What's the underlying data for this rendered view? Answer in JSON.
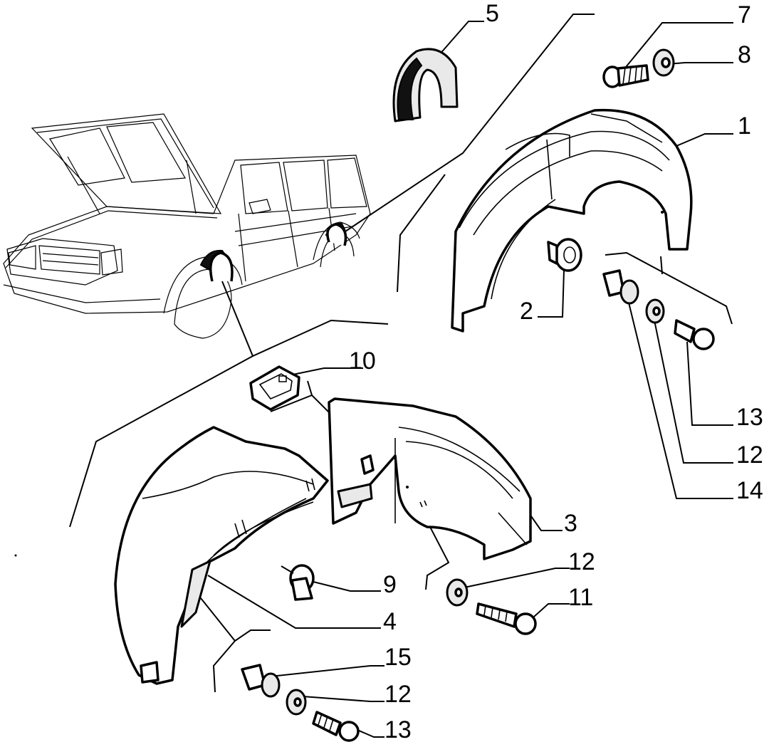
{
  "diagram": {
    "callouts": [
      {
        "id": "c1",
        "text": "1"
      },
      {
        "id": "c2",
        "text": "2"
      },
      {
        "id": "c3",
        "text": "3"
      },
      {
        "id": "c4",
        "text": "4"
      },
      {
        "id": "c5",
        "text": "5"
      },
      {
        "id": "c7",
        "text": "7"
      },
      {
        "id": "c8",
        "text": "8"
      },
      {
        "id": "c9",
        "text": "9"
      },
      {
        "id": "c10",
        "text": "10"
      },
      {
        "id": "c11",
        "text": "11"
      },
      {
        "id": "c12a",
        "text": "12"
      },
      {
        "id": "c12b",
        "text": "12"
      },
      {
        "id": "c12c",
        "text": "12"
      },
      {
        "id": "c13a",
        "text": "13"
      },
      {
        "id": "c13b",
        "text": "13"
      },
      {
        "id": "c14",
        "text": "14"
      },
      {
        "id": "c15",
        "text": "15"
      }
    ]
  }
}
